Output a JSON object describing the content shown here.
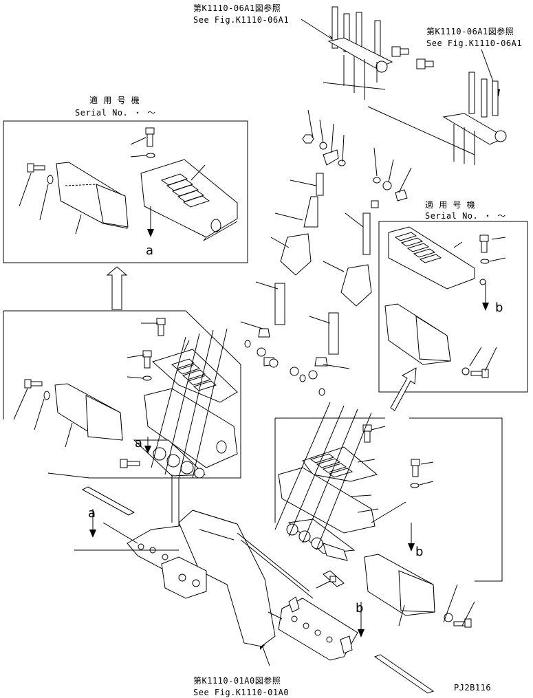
{
  "references": {
    "top_left_jp": "第K1110-06A1図参照",
    "top_left_en": "See Fig.K1110-06A1",
    "top_right_jp": "第K1110-06A1図参照",
    "top_right_en": "See Fig.K1110-06A1",
    "bottom_jp": "第K1110-01A0図参照",
    "bottom_en": "See Fig.K1110-01A0"
  },
  "serial_boxes": {
    "left_title_jp": "適 用 号 機",
    "left_serial": "Serial No.  ・ ～",
    "right_title_jp": "適 用 号 機",
    "right_serial": "Serial No.  ・ ～"
  },
  "view_labels": {
    "a1": "a",
    "a2": "a",
    "a3": "a",
    "b1": "b",
    "b2": "b",
    "b3": "b"
  },
  "drawing_code": "PJ2B116"
}
